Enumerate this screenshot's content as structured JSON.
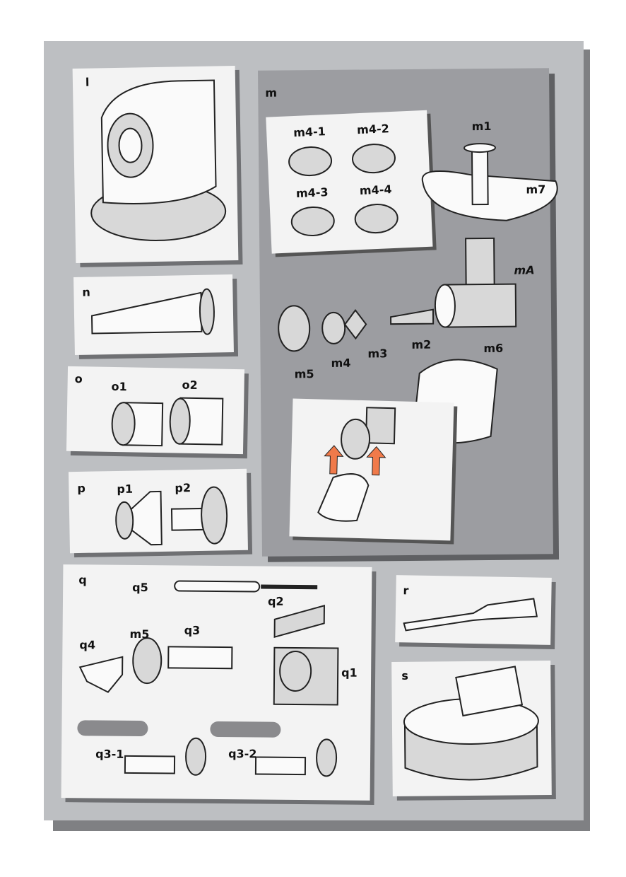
{
  "panels": {
    "l": {
      "label": "l"
    },
    "m": {
      "label": "m",
      "discs": [
        "m4-1",
        "m4-2",
        "m4-3",
        "m4-4"
      ],
      "parts": {
        "m1": "m1",
        "m7": "m7",
        "mA": "mA",
        "m5": "m5",
        "m4": "m4",
        "m3": "m3",
        "m2": "m2",
        "m6": "m6"
      }
    },
    "n": {
      "label": "n"
    },
    "o": {
      "label": "o",
      "o1": "o1",
      "o2": "o2"
    },
    "p": {
      "label": "p",
      "p1": "p1",
      "p2": "p2"
    },
    "q": {
      "label": "q",
      "q5": "q5",
      "q2": "q2",
      "q4": "q4",
      "m5": "m5",
      "q3": "q3",
      "q1": "q1",
      "q3_1": "q3-1",
      "q3_2": "q3-2"
    },
    "r": {
      "label": "r"
    },
    "s": {
      "label": "s"
    }
  },
  "colors": {
    "page": "#bdbfc2",
    "panel_dark": "#9c9da1",
    "arrow": "#f07a4a"
  }
}
